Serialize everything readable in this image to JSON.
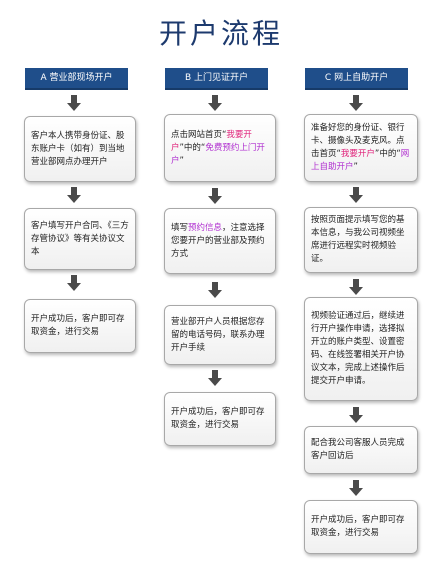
{
  "title": "开户流程",
  "columns": [
    {
      "header": "A  营业部现场开户",
      "steps": [
        "客户本人携带身份证、股东账户卡（如有）到当地营业部网点办理开户",
        "客户填写开户合同、《三方存管协议》等有关协议文本",
        "开户成功后，客户即可存取资金，进行交易"
      ]
    },
    {
      "header": "B  上门见证开户",
      "step1": {
        "part1": "点击网站首页“",
        "link1": "我要开户",
        "part2": "”中的“",
        "link2": "免费预约上门开户",
        "part3": "”"
      },
      "step2": {
        "part1": "填写",
        "link1": "预约信息",
        "part2": "，注意选择您要开户的营业部及预约方式"
      },
      "step3": "营业部开户人员根据您存留的电话号码，联系办理开户手续",
      "step4": "开户成功后，客户即可存取资金，进行交易"
    },
    {
      "header": "C  网上自助开户",
      "step1": {
        "part1": "准备好您的身份证、银行卡、摄像头及麦克风。点击首页“",
        "link1": "我要开户",
        "part2": "”中的“",
        "link2": "网上自助开户",
        "part3": "”"
      },
      "step2": "按照页面提示填写您的基本信息，与我公司视频坐席进行远程实时视频验证。",
      "step3": "视频验证通过后，继续进行开户操作申请，选择拟开立的账户类型、设置密码、在线签署相关开户协议文本，完成上述操作后提交开户申请。",
      "step4": "配合我公司客服人员完成客户回访后",
      "step5": "开户成功后，客户即可存取资金，进行交易"
    }
  ],
  "colors": {
    "header_bg": "#1f4e8a",
    "title": "#1d3a6e",
    "arrow": "#4a4a4a",
    "link_red": "#e0217a",
    "link_pink": "#b02fd0"
  }
}
